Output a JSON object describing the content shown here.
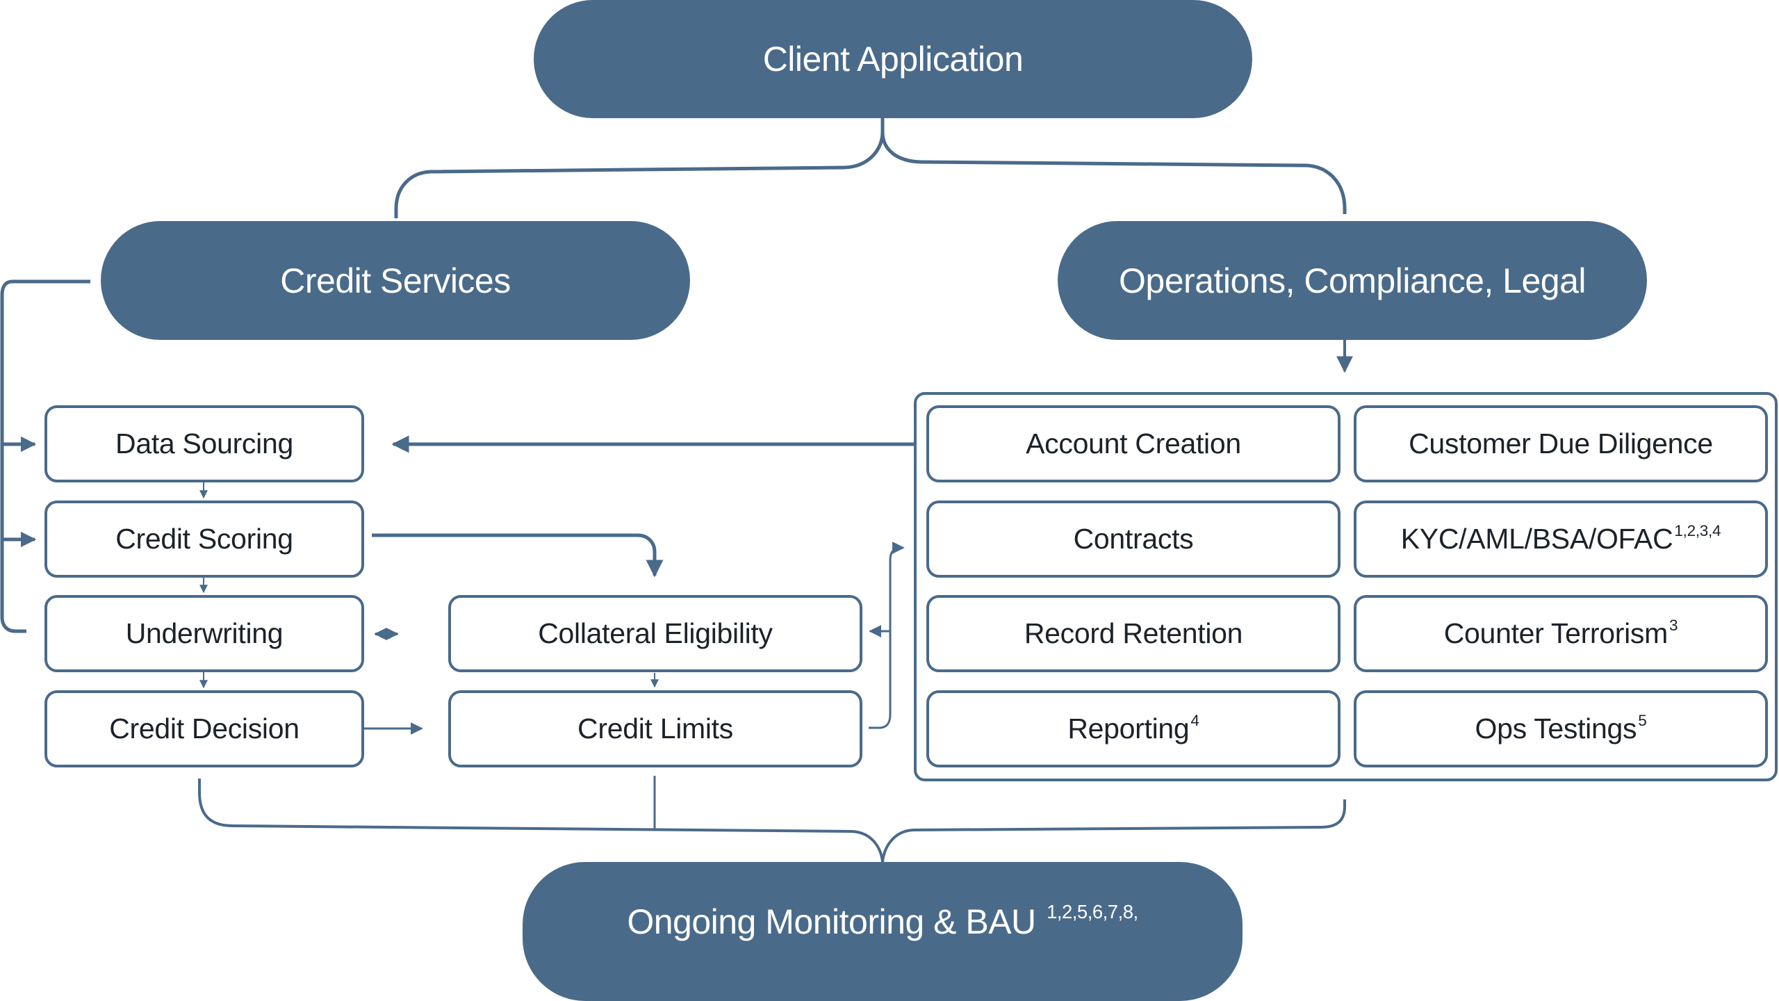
{
  "colors": {
    "primary": "#4a6a8a",
    "text_dark": "#1c2229",
    "text_light": "#ffffff",
    "background": "#ffffff"
  },
  "nodes": {
    "client_application": {
      "label": "Client Application"
    },
    "credit_services": {
      "label": "Credit Services"
    },
    "operations": {
      "label": "Operations, Compliance, Legal"
    },
    "ongoing_monitoring": {
      "label": "Ongoing Monitoring & BAU",
      "superscript": "1,2,5,6,7,8,"
    }
  },
  "credit_steps": [
    {
      "label": "Data Sourcing"
    },
    {
      "label": "Credit Scoring"
    },
    {
      "label": "Underwriting"
    },
    {
      "label": "Credit Decision"
    }
  ],
  "credit_side": [
    {
      "label": "Collateral Eligibility"
    },
    {
      "label": "Credit Limits"
    }
  ],
  "operations_items": [
    {
      "label": "Account Creation",
      "superscript": ""
    },
    {
      "label": "Customer Due Diligence",
      "superscript": ""
    },
    {
      "label": "Contracts",
      "superscript": ""
    },
    {
      "label": "KYC/AML/BSA/OFAC",
      "superscript": "1,2,3,4"
    },
    {
      "label": "Record Retention",
      "superscript": ""
    },
    {
      "label": "Counter Terrorism",
      "superscript": "3"
    },
    {
      "label": "Reporting",
      "superscript": "4"
    },
    {
      "label": "Ops Testings",
      "superscript": "5"
    }
  ],
  "edges": [
    {
      "from": "Client Application",
      "to": "Credit Services"
    },
    {
      "from": "Client Application",
      "to": "Operations, Compliance, Legal"
    },
    {
      "from": "Credit Services",
      "to": "Data Sourcing"
    },
    {
      "from": "Credit Services",
      "to": "Credit Scoring"
    },
    {
      "from": "Credit Services",
      "to": "Underwriting"
    },
    {
      "from": "Operations, Compliance, Legal",
      "to": "Operations panel"
    },
    {
      "from": "Operations panel",
      "to": "Data Sourcing"
    },
    {
      "from": "Data Sourcing",
      "to": "Credit Scoring"
    },
    {
      "from": "Credit Scoring",
      "to": "Underwriting"
    },
    {
      "from": "Underwriting",
      "to": "Credit Decision"
    },
    {
      "from": "Credit Scoring",
      "to": "Collateral Eligibility"
    },
    {
      "from": "Underwriting",
      "to": "Collateral Eligibility",
      "bidirectional": true
    },
    {
      "from": "Credit Decision",
      "to": "Credit Limits"
    },
    {
      "from": "Collateral Eligibility",
      "to": "Credit Limits"
    },
    {
      "from": "Credit Limits",
      "to": "Collateral Eligibility"
    },
    {
      "from": "Credit Limits",
      "to": "Operations panel"
    },
    {
      "from": "Credit Decision",
      "to": "Ongoing Monitoring & BAU"
    },
    {
      "from": "Credit Limits",
      "to": "Ongoing Monitoring & BAU"
    },
    {
      "from": "Operations panel",
      "to": "Ongoing Monitoring & BAU"
    }
  ]
}
